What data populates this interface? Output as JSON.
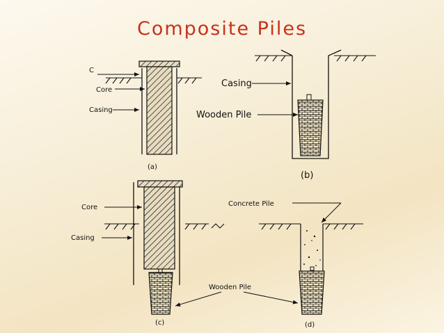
{
  "slide": {
    "title": "Composite Piles"
  },
  "diagram_a": {
    "label_c": "C",
    "label_core": "Core",
    "label_casing": "Casing",
    "caption": "(a)"
  },
  "diagram_b": {
    "label_casing": "Casing",
    "label_wooden_pile": "Wooden Pile",
    "caption": "(b)"
  },
  "diagram_c": {
    "label_core": "Core",
    "label_casing": "Casing",
    "caption": "(c)"
  },
  "diagram_d": {
    "label_concrete_pile": "Concrete Pile",
    "caption": "(d)"
  },
  "shared": {
    "label_wooden_pile": "Wooden Pile"
  },
  "colors": {
    "title": "#c8321b",
    "line": "#111111",
    "hatch_fill": "#d9c9a0"
  }
}
